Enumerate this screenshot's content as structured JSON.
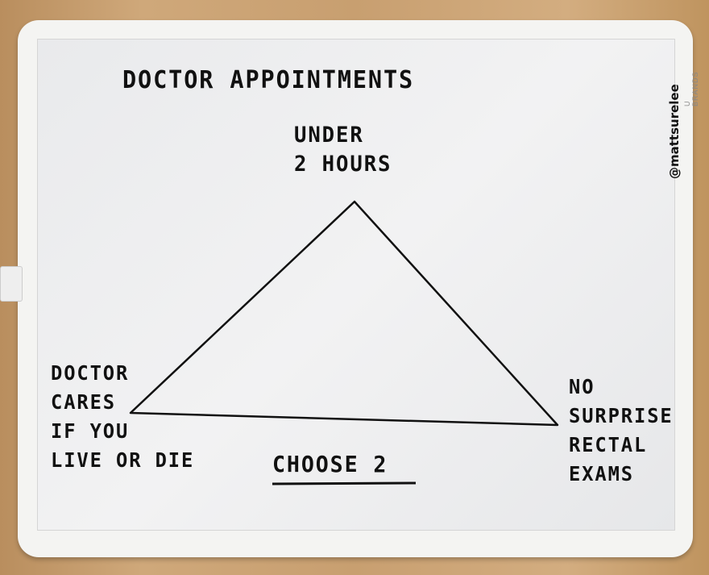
{
  "title": "DOCTOR APPOINTMENTS",
  "vertices": {
    "top": "UNDER\n2 HOURS",
    "left": "DOCTOR\nCARES\nIF YOU\nLIVE OR DIE",
    "right": "NO\nSURPRISE\nRECTAL\nEXAMS"
  },
  "instruction": "CHOOSE 2",
  "signature": "@mattsurelee",
  "brand_logo": "U BRANDS",
  "colors": {
    "ink": "#111111",
    "board": "#eeeeef",
    "frame": "#f4f4f2",
    "wood": "#c79f70"
  }
}
